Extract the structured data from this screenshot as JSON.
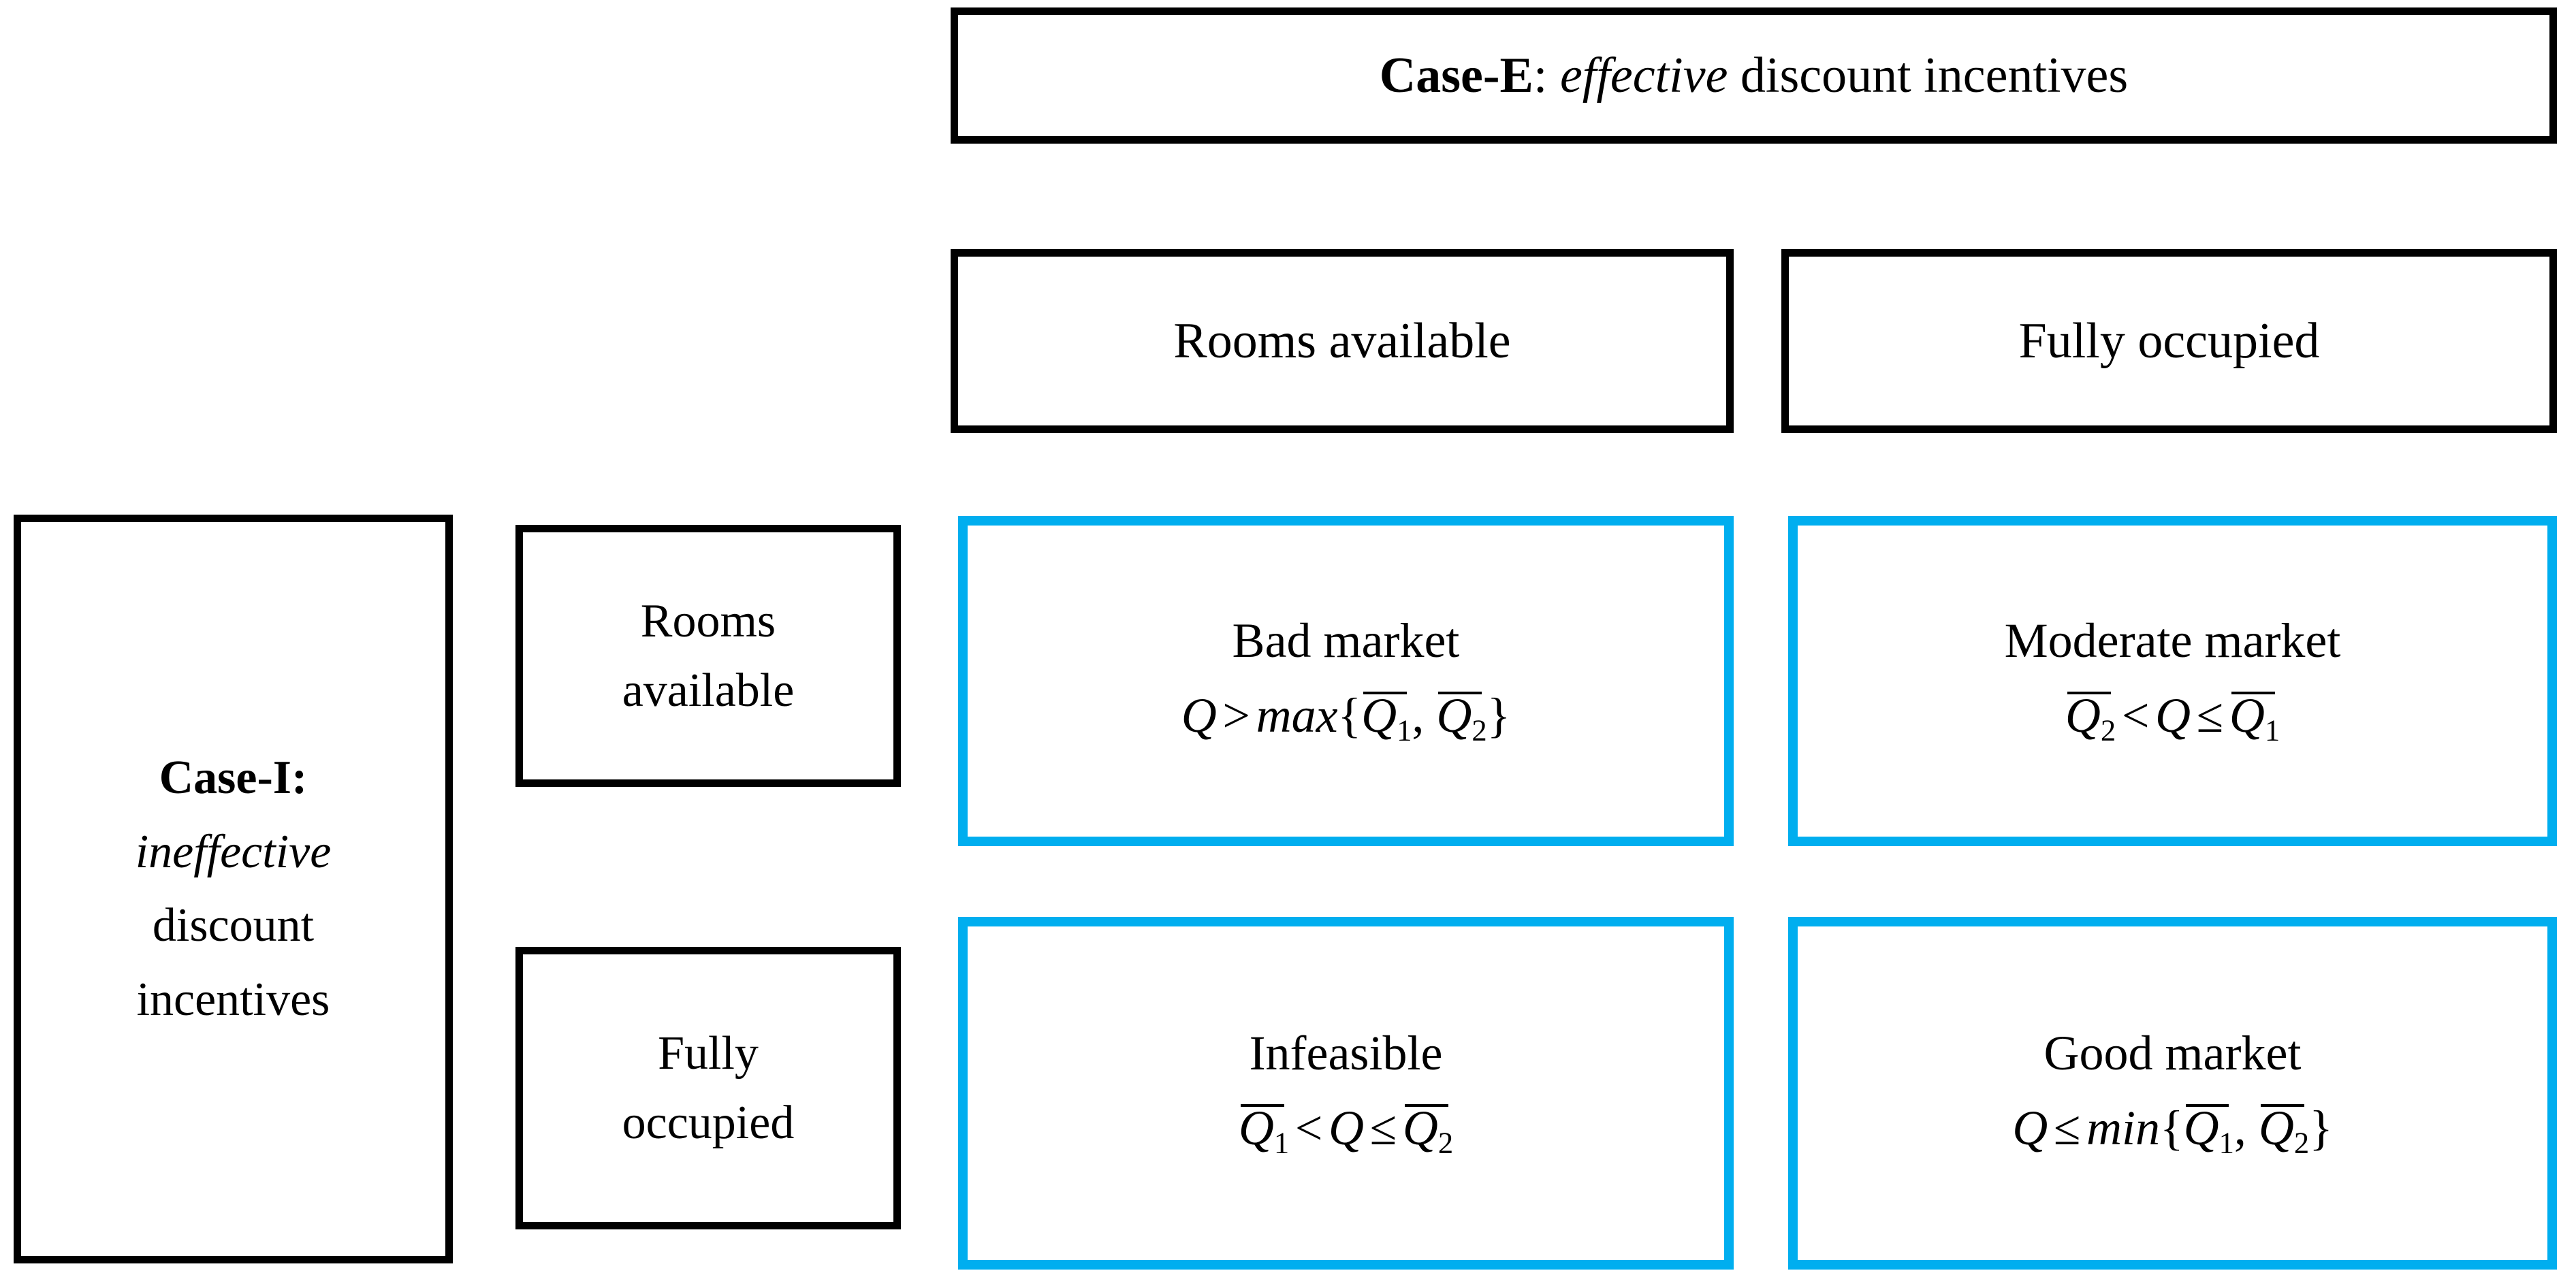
{
  "colors": {
    "accent_blue": "#00AEEF",
    "border_black": "#000000",
    "background": "#FFFFFF"
  },
  "case_e": {
    "label_bold": "Case-E",
    "separator": ": ",
    "label_italic": "effective",
    "label_rest": " discount incentives",
    "full_text": "Case-E: effective discount incentives"
  },
  "case_i": {
    "label_bold": "Case-I:",
    "lines": [
      "Case-I:",
      "ineffective",
      "discount",
      "incentives"
    ],
    "full_text": "Case-I: ineffective discount incentives"
  },
  "column_headers": [
    {
      "label": "Rooms available"
    },
    {
      "label": "Fully occupied"
    }
  ],
  "row_headers": [
    {
      "lines": [
        "Rooms",
        "available"
      ],
      "label": "Rooms available"
    },
    {
      "lines": [
        "Fully",
        "occupied"
      ],
      "label": "Fully occupied"
    }
  ],
  "matrix": [
    [
      {
        "title": "Bad market",
        "formula": "Q > max{Q̄₁, Q̄₂}",
        "formula_parts": {
          "lhs": "Q",
          "operator": ">",
          "fn": "max",
          "arg1_sub": "1",
          "arg2_sub": "2"
        }
      },
      {
        "title": "Moderate market",
        "formula": "Q̄₂ < Q ≤ Q̄₁",
        "formula_parts": {
          "lhs_sub": "2",
          "operator1": "<",
          "mid": "Q",
          "operator2": "≤",
          "rhs_sub": "1"
        }
      }
    ],
    [
      {
        "title": "Infeasible",
        "formula": "Q̄₁ < Q ≤ Q̄₂",
        "formula_parts": {
          "lhs_sub": "1",
          "operator1": "<",
          "mid": "Q",
          "operator2": "≤",
          "rhs_sub": "2"
        }
      },
      {
        "title": "Good market",
        "formula": "Q ≤ min{Q̄₁, Q̄₂}",
        "formula_parts": {
          "lhs": "Q",
          "operator": "≤",
          "fn": "min",
          "arg1_sub": "1",
          "arg2_sub": "2"
        }
      }
    ]
  ],
  "symbols": {
    "q": "Q",
    "q_bar": "Q̄",
    "gt": ">",
    "lt": "<",
    "leq": "≤",
    "brace_open": "{",
    "brace_close": "}",
    "comma": ",",
    "max": "max",
    "min": "min"
  }
}
